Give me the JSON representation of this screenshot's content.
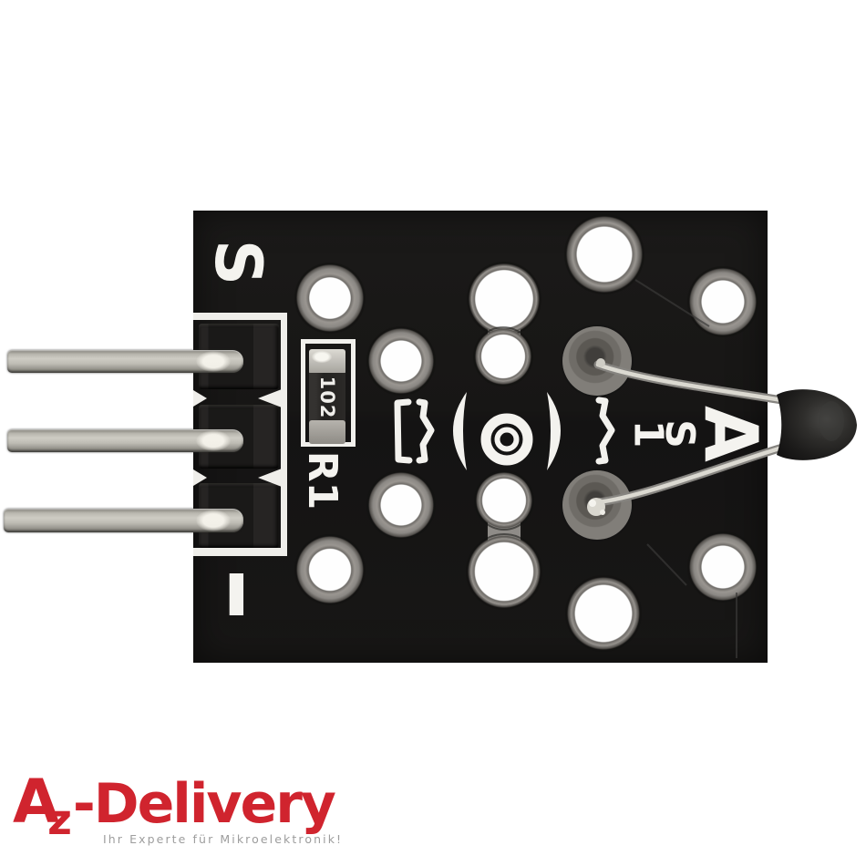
{
  "scene": {
    "background_color": "#ffffff",
    "description": "Product photo of a black sensor-module PCB with 3-pin angled header, SMD resistor and bead thermistor"
  },
  "logo": {
    "brand_a": "A",
    "brand_z": "z",
    "brand_rest": "-Delivery",
    "tagline": "Ihr Experte für Mikroelektronik!",
    "brand_color": "#d0242e",
    "tagline_color": "#9d9d9d"
  },
  "board": {
    "base_color": "#171615",
    "silkscreen_color": "#f3f2ee",
    "labels": {
      "signal_pin": "S",
      "minus_pin": "-",
      "resistor_designator": "R1",
      "resistor_code": "102",
      "sensor_designator": "S1",
      "sensor_designator_glyphs": [
        "1",
        "S"
      ],
      "analog_pad": "A"
    },
    "components": {
      "pin_header": {
        "pin_count": 3,
        "metal_color": "#c2c0b8"
      },
      "smd_resistor": {
        "marking": "102",
        "designator": "R1"
      },
      "thermistor": {
        "body_color": "#1c1b1a",
        "lead_color": "#dbd9d1"
      }
    },
    "plated_hole_count": 12,
    "solder_joint_count": 2
  }
}
